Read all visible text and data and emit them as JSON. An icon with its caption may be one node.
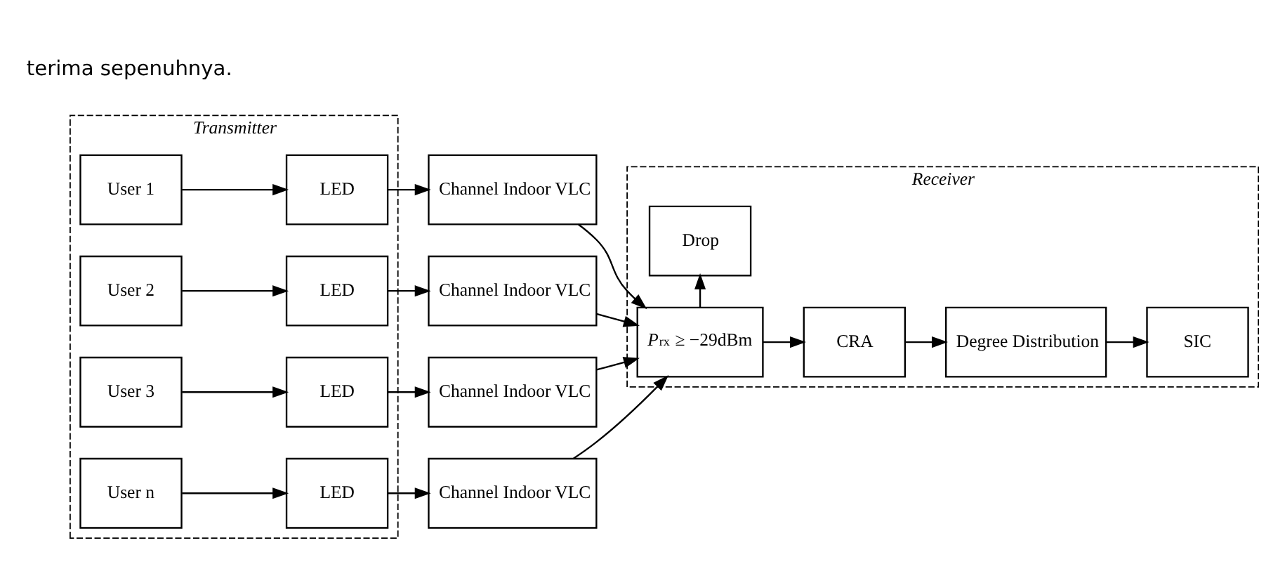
{
  "diagram": {
    "nodes": [
      {
        "text": [
          "Transmitter"
        ]
      },
      {
        "text": [
          "User 1"
        ],
        "in": 0
      },
      {
        "text": [
          "LED"
        ],
        "in": 0
      },
      {
        "text": [
          "Channel Indoor VLC"
        ]
      },
      {
        "text": [
          "User 2"
        ],
        "in": 0
      },
      {
        "text": [
          "LED"
        ],
        "in": 0
      },
      {
        "text": [
          "Channel Indoor VLC"
        ]
      },
      {
        "text": [
          "User 3"
        ],
        "in": 0
      },
      {
        "text": [
          "LED"
        ],
        "in": 0
      },
      {
        "text": [
          "Channel Indoor VLC"
        ]
      },
      {
        "text": [
          "User n"
        ],
        "in": 0
      },
      {
        "text": [
          "LED"
        ],
        "in": 0
      },
      {
        "text": [
          "Channel Indoor VLC"
        ]
      },
      {
        "text": [
          "Receiver"
        ]
      },
      {
        "text": [
          "*P*$_{rx}$ ≥ −29dBm"
        ],
        "in": 13
      },
      {
        "text": [
          "CRA"
        ],
        "in": 13
      },
      {
        "text": [
          "Degree Distribution"
        ],
        "in": 13
      },
      {
        "text": [
          "SIC"
        ],
        "in": 13
      },
      {
        "text": [
          "Drop"
        ],
        "in": 13
      }
    ],
    "edges": [
      {
        "from": 1,
        "to": 2,
        "arrow": "to"
      },
      {
        "from": 2,
        "to": 3,
        "arrow": "to"
      },
      {
        "from": 4,
        "to": 5,
        "arrow": "to"
      },
      {
        "from": 5,
        "to": 6,
        "arrow": "to"
      },
      {
        "from": 7,
        "to": 8,
        "arrow": "to"
      },
      {
        "from": 8,
        "to": 9,
        "arrow": "to"
      },
      {
        "from": 10,
        "to": 11,
        "arrow": "to"
      },
      {
        "from": 11,
        "to": 12,
        "arrow": "to"
      },
      {
        "from": 3,
        "to": 14,
        "arrow": "to"
      },
      {
        "from": 6,
        "to": 14,
        "arrow": "to"
      },
      {
        "from": 9,
        "to": 14,
        "arrow": "to"
      },
      {
        "from": 12,
        "to": 14,
        "arrow": "to"
      },
      {
        "from": 14,
        "to": 15,
        "arrow": "to"
      },
      {
        "from": 15,
        "to": 16,
        "arrow": "to"
      },
      {
        "from": 16,
        "to": 17,
        "arrow": "to"
      },
      {
        "from": 14,
        "to": 18,
        "arrow": "to"
      }
    ],
    "labels": [
      "terima sepenuhnya."
    ]
  }
}
